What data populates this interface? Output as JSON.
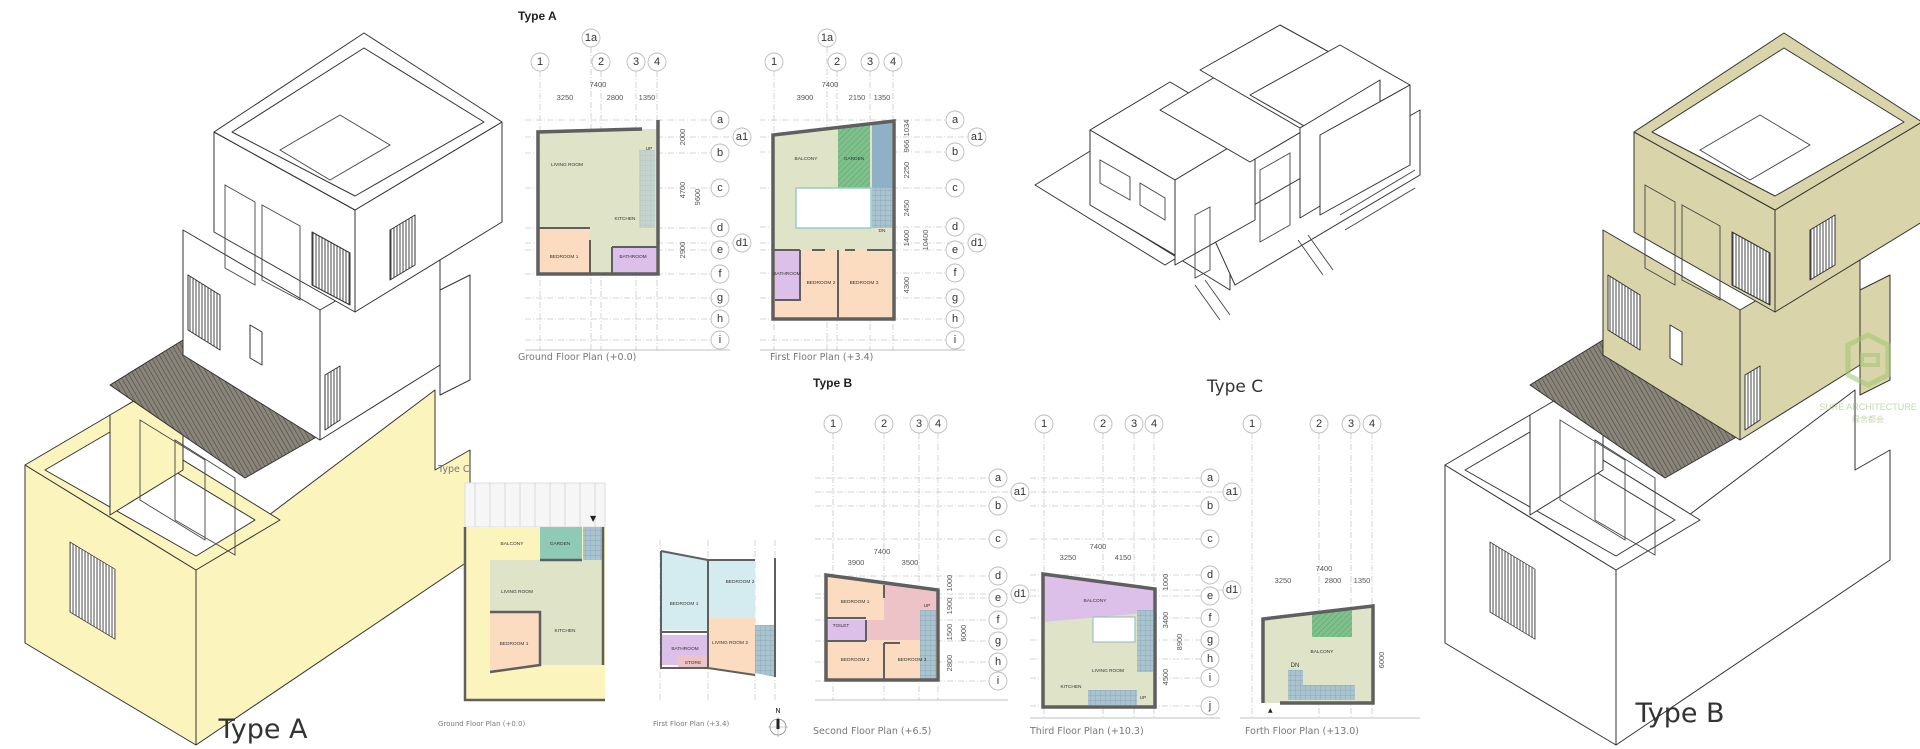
{
  "titles": {
    "type_a_iso": "Type A",
    "type_b_iso": "Type B",
    "type_c_iso": "Type C",
    "type_a_header": "Type A",
    "type_b_header": "Type B",
    "type_c_header": "Type C"
  },
  "type_a": {
    "ground": {
      "caption": "Ground Floor Plan (+0.0)",
      "cols": [
        "1",
        "1a",
        "2",
        "3",
        "4"
      ],
      "rows": [
        "a",
        "a1",
        "b",
        "c",
        "d",
        "d1",
        "e",
        "f",
        "g",
        "h",
        "i"
      ],
      "dims_h": [
        "7400",
        "3250",
        "2800",
        "1350"
      ],
      "dims_v": [
        "2000",
        "4700",
        "2900",
        "9600"
      ],
      "rooms": [
        "LIVING ROOM",
        "KITCHEN",
        "BEDROOM 1",
        "BATHROOM",
        "UP"
      ]
    },
    "first": {
      "caption": "First Floor Plan (+3.4)",
      "cols": [
        "1",
        "1a",
        "2",
        "3",
        "4"
      ],
      "rows": [
        "a",
        "a1",
        "b",
        "c",
        "d",
        "d1",
        "e",
        "f",
        "g",
        "h",
        "i"
      ],
      "dims_h": [
        "7400",
        "3900",
        "2150",
        "1350"
      ],
      "dims_v": [
        "1034",
        "966",
        "2250",
        "2450",
        "1400",
        "4300",
        "10400"
      ],
      "rooms": [
        "BALCONY",
        "GARDEN",
        "DN",
        "BATHROOM",
        "BEDROOM 2",
        "BEDROOM 3"
      ]
    }
  },
  "type_b": {
    "second": {
      "caption": "Second Floor Plan (+6.5)",
      "cols": [
        "1",
        "2",
        "3",
        "4"
      ],
      "rows": [
        "a",
        "a1",
        "b",
        "c",
        "d",
        "d1",
        "e",
        "f",
        "g",
        "h",
        "i"
      ],
      "dims_h": [
        "7400",
        "3900",
        "3500"
      ],
      "dims_v": [
        "1000",
        "1900",
        "1500",
        "2800",
        "6000"
      ],
      "rooms": [
        "BEDROOM 1",
        "TOILET",
        "BEDROOM 2",
        "BEDROOM 3",
        "UP"
      ]
    },
    "third": {
      "caption": "Third Floor Plan (+10.3)",
      "cols": [
        "1",
        "2",
        "3",
        "4"
      ],
      "rows": [
        "a",
        "a1",
        "b",
        "c",
        "d",
        "d1",
        "e",
        "f",
        "g",
        "h",
        "i",
        "j"
      ],
      "dims_h": [
        "7400",
        "3250",
        "4150"
      ],
      "dims_v": [
        "1000",
        "3400",
        "4500",
        "8900"
      ],
      "rooms": [
        "BALCONY",
        "LIVING ROOM",
        "KITCHEN",
        "UP"
      ]
    },
    "forth": {
      "caption": "Forth Floor Plan (+13.0)",
      "cols": [
        "1",
        "2",
        "3",
        "4"
      ],
      "dims_h": [
        "7400",
        "3250",
        "2800",
        "1350"
      ],
      "dims_v": [
        "6000"
      ],
      "rooms": [
        "BALCONY",
        "DN"
      ]
    }
  },
  "type_c": {
    "ground": {
      "caption": "Ground Floor Plan (+0.0)",
      "rooms": [
        "BALCONY",
        "GARDEN",
        "LIVING ROOM",
        "KITCHEN",
        "BEDROOM 1"
      ]
    },
    "first": {
      "caption": "First Floor Plan (+3.4)",
      "rooms": [
        "BEDROOM 1",
        "BEDROOM 2",
        "BATHROOM",
        "STORE",
        "LIVING ROOM 2"
      ]
    },
    "north_label": "N"
  },
  "logo": {
    "name": "SURE ARCHITECTURE",
    "subtitle": "绿舍都会"
  },
  "colors": {
    "living": "#dfe3c8",
    "bedroom": "#fbdcc0",
    "bath": "#dcc0ea",
    "garden": "#8fcf9a",
    "stair": "#a9c3cf",
    "pink": "#eec3c8",
    "yellow": "#fbf4bd",
    "khaki": "#d9d4a9",
    "blue": "#d4ebef"
  }
}
